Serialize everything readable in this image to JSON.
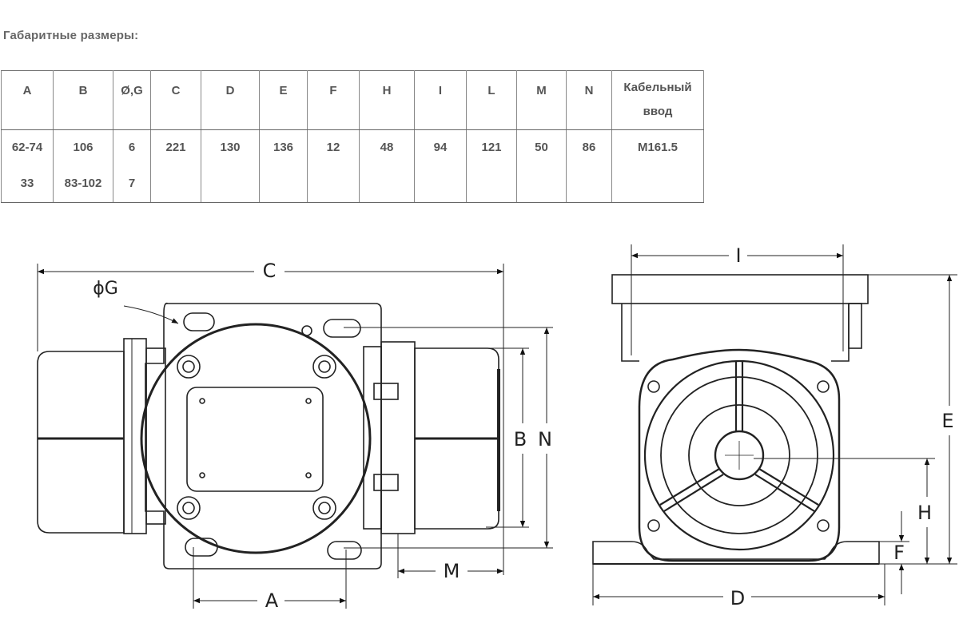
{
  "heading": "Габаритные размеры:",
  "table": {
    "headers": [
      "A",
      "B",
      "Ø,G",
      "C",
      "D",
      "E",
      "F",
      "H",
      "I",
      "L",
      "M",
      "N",
      "Кабельный ввод"
    ],
    "rows": [
      [
        "62-74",
        "106",
        "6",
        "221",
        "130",
        "136",
        "12",
        "48",
        "94",
        "121",
        "50",
        "86",
        "M161.5"
      ],
      [
        "33",
        "83-102",
        "7",
        "",
        "",
        "",
        "",
        "",
        "",
        "",
        "",
        "",
        ""
      ]
    ]
  },
  "drawing_labels": {
    "C": "C",
    "phiG": "ϕG",
    "B": "B",
    "N": "N",
    "M": "M",
    "A": "A",
    "I": "I",
    "E": "E",
    "H": "H",
    "F": "F",
    "D": "D"
  }
}
